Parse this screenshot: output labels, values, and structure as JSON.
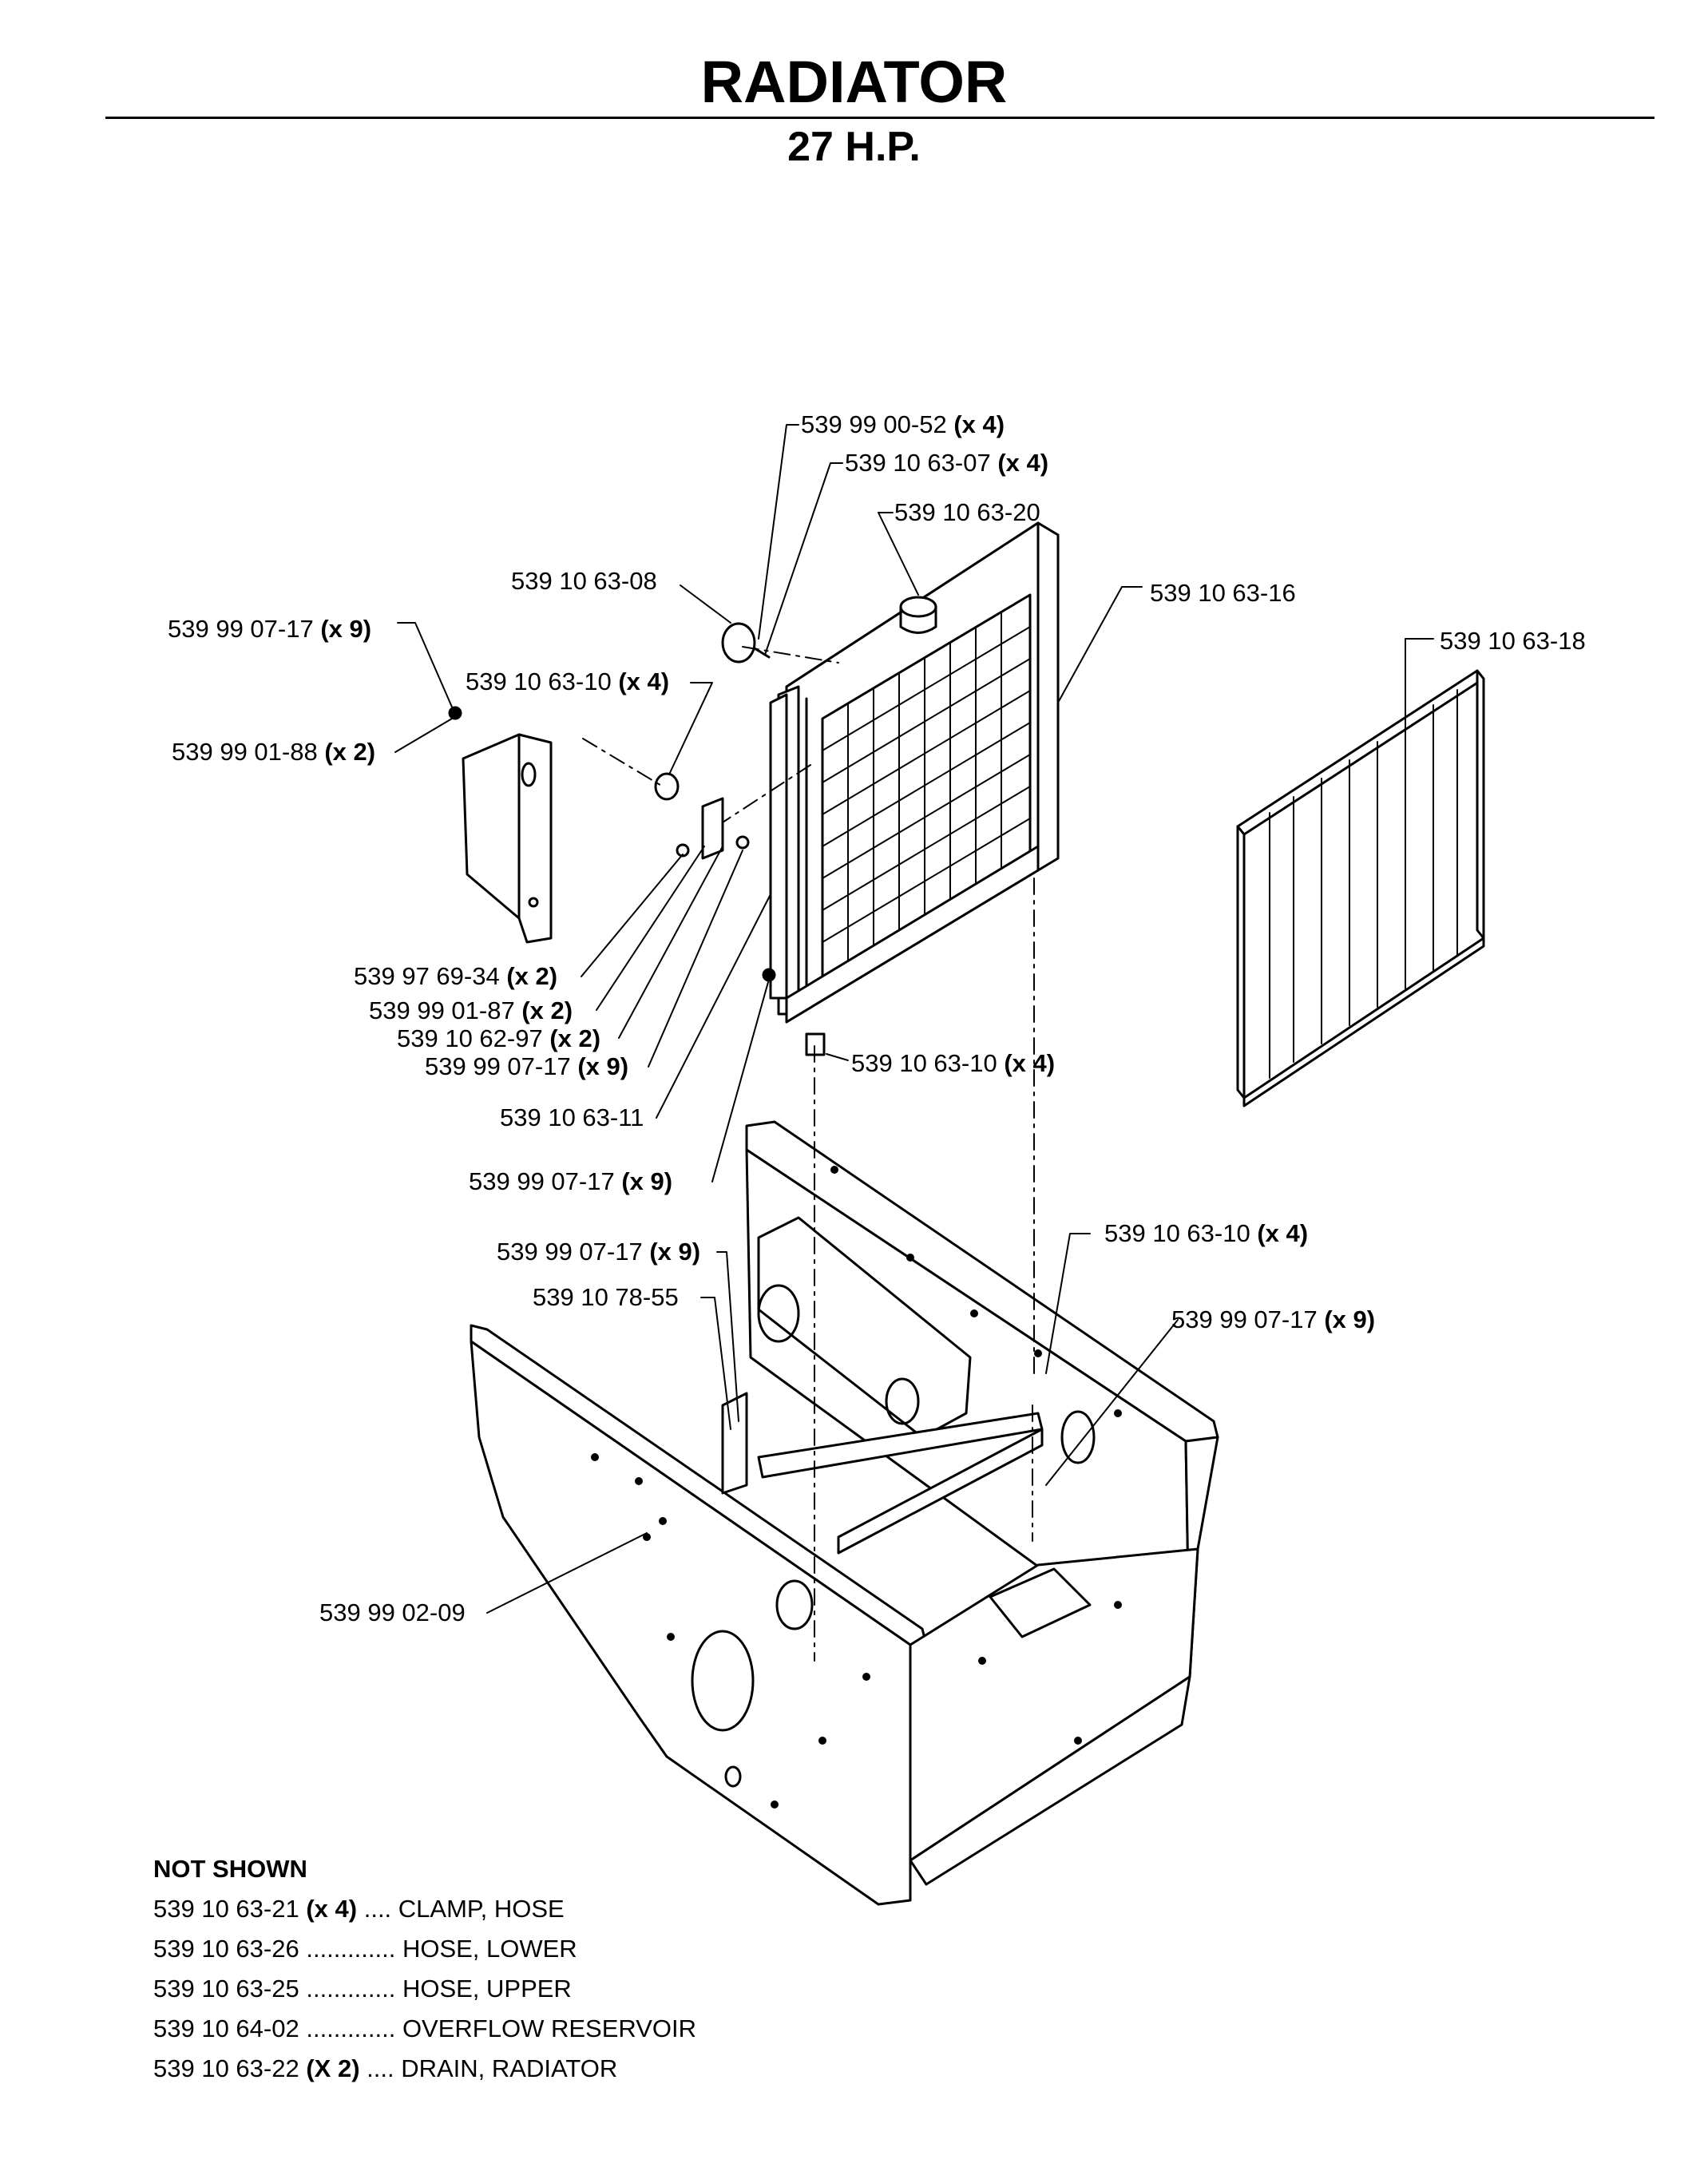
{
  "header": {
    "title": "RADIATOR",
    "subtitle": "27 H.P."
  },
  "labels": [
    {
      "part": "539 99 00-52",
      "qty": "(x 4)"
    },
    {
      "part": "539 10 63-07",
      "qty": "(x 4)"
    },
    {
      "part": "539 10 63-20",
      "qty": ""
    },
    {
      "part": "539 10 63-08",
      "qty": ""
    },
    {
      "part": "539 10 63-16",
      "qty": ""
    },
    {
      "part": "539 99 07-17",
      "qty": "(x 9)"
    },
    {
      "part": "539 10 63-18",
      "qty": ""
    },
    {
      "part": "539 10 63-10",
      "qty": "(x 4)"
    },
    {
      "part": "539 99 01-88",
      "qty": "(x 2)"
    },
    {
      "part": "539 97 69-34",
      "qty": "(x 2)"
    },
    {
      "part": "539 99 01-87",
      "qty": "(x 2)"
    },
    {
      "part": "539 10 62-97",
      "qty": "(x 2)"
    },
    {
      "part": "539 99 07-17",
      "qty": "(x 9)"
    },
    {
      "part": "539 10 63-10",
      "qty": "(x 4)"
    },
    {
      "part": "539 10 63-11",
      "qty": ""
    },
    {
      "part": "539 99 07-17",
      "qty": "(x 9)"
    },
    {
      "part": "539 10 63-10",
      "qty": "(x 4)"
    },
    {
      "part": "539 99 07-17",
      "qty": "(x 9)"
    },
    {
      "part": "539 10 78-55",
      "qty": ""
    },
    {
      "part": "539 99 07-17",
      "qty": "(x 9)"
    },
    {
      "part": "539 99 02-09",
      "qty": ""
    }
  ],
  "not_shown": {
    "heading": "NOT SHOWN",
    "items": [
      {
        "part": "539 10 63-21",
        "qty": "(x 4)",
        "dots": "....",
        "desc": "CLAMP, HOSE"
      },
      {
        "part": "539 10 63-26",
        "qty": "",
        "dots": ".............",
        "desc": "HOSE, LOWER"
      },
      {
        "part": "539 10 63-25",
        "qty": "",
        "dots": ".............",
        "desc": "HOSE, UPPER"
      },
      {
        "part": "539 10 64-02",
        "qty": "",
        "dots": ".............",
        "desc": "OVERFLOW RESERVOIR"
      },
      {
        "part": "539 10 63-22",
        "qty": "(X 2)",
        "dots": "....",
        "desc": "DRAIN, RADIATOR"
      }
    ]
  }
}
